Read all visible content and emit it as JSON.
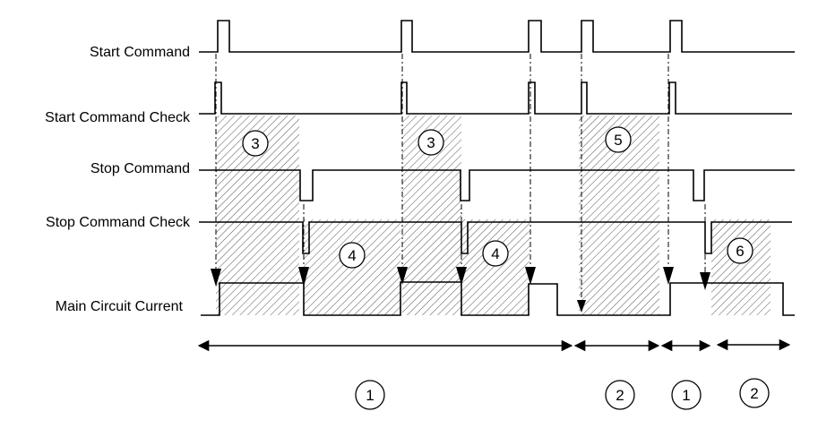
{
  "signals": {
    "start_command": "Start Command",
    "start_command_check": "Start Command Check",
    "stop_command": "Stop Command",
    "stop_command_check": "Stop Command Check",
    "main_circuit_current": "Main Circuit Current"
  },
  "zone_markers": [
    "3",
    "3",
    "5",
    "4",
    "4",
    "6"
  ],
  "period_markers": [
    "1",
    "2",
    "1",
    "2"
  ]
}
